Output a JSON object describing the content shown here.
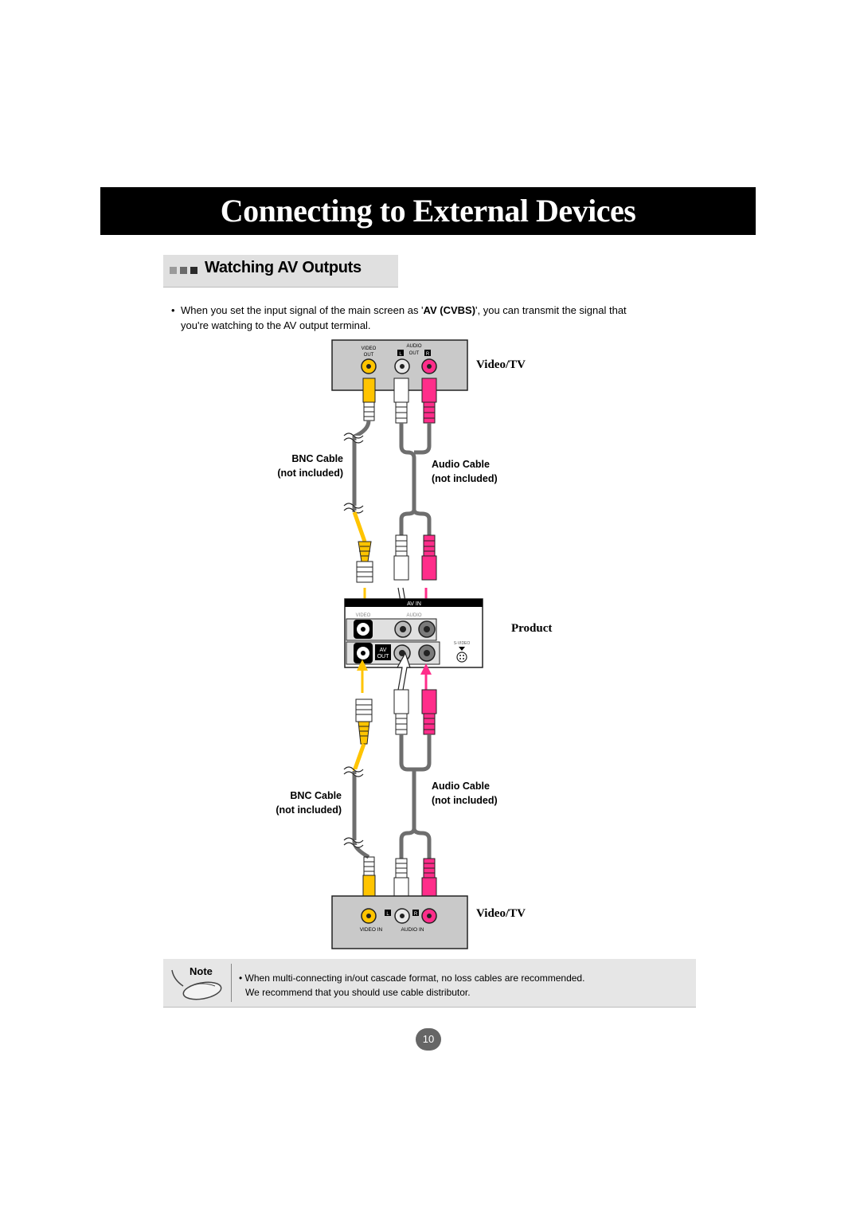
{
  "page": {
    "title": "Connecting to External Devices",
    "section_title": "Watching AV Outputs",
    "intro": {
      "bullet": "•",
      "line1_pre": "When you set the input signal of the main screen as '",
      "line1_bold": "AV (CVBS)",
      "line1_post": "', you can transmit the signal that",
      "line2": "you're watching to the AV output terminal."
    },
    "page_number": "10"
  },
  "top_device": {
    "label": "Video/TV",
    "video_label_1": "VIDEO",
    "video_label_2": "OUT",
    "audio_label": "AUDIO",
    "l_badge": "L",
    "out_label": "OUT",
    "r_badge": "R"
  },
  "cables_upper": {
    "bnc_line1": "BNC Cable",
    "bnc_line2": "(not included)",
    "audio_line1": "Audio Cable",
    "audio_line2": "(not included)"
  },
  "product": {
    "label": "Product",
    "av_in": "AV IN",
    "video": "VIDEO",
    "audio": "AUDIO",
    "av_out_1": "AV",
    "av_out_2": "OUT",
    "s_video": "S-VIDEO"
  },
  "cables_lower": {
    "bnc_line1": "BNC Cable",
    "bnc_line2": "(not included)",
    "audio_line1": "Audio Cable",
    "audio_line2": "(not included)"
  },
  "bottom_device": {
    "label": "Video/TV",
    "l_badge": "L",
    "r_badge": "R",
    "video_in": "VIDEO IN",
    "audio_in": "AUDIO IN"
  },
  "note": {
    "word": "Note",
    "bullet": "•",
    "line1": "When multi-connecting in/out cascade format, no loss cables are recommended.",
    "line2": "We recommend that you should use cable distributor."
  },
  "colors": {
    "video_cable": "#ffc400",
    "audio_right": "#ff2d8a",
    "cable_gray": "#6e6e6e",
    "panel_gray": "#c9c9c9"
  }
}
